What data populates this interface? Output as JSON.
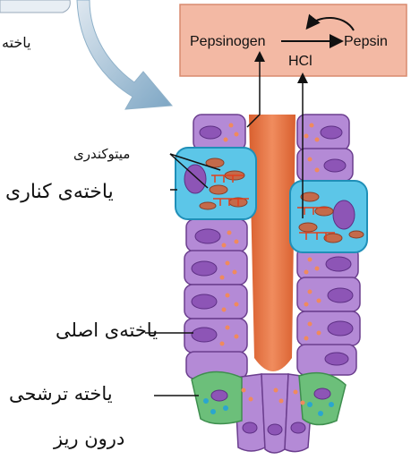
{
  "reaction": {
    "reactant": "Pepsinogen",
    "product": "Pepsin",
    "catalyst": "HCl"
  },
  "labels": {
    "top_fragment": "یاخته",
    "mitochondria": "میتوکندری",
    "parietal_cell": "یاخته‌ی کناری",
    "chief_cell": "یاخته‌ی اصلی",
    "endocrine_line1": "یاخته ترشحی",
    "endocrine_line2": "درون ریز"
  },
  "colors": {
    "box_fill": "#f3b9a4",
    "box_border": "#d88a6e",
    "lumen": "#e67a50",
    "chief_cell": "#b48ad6",
    "parietal_cell": "#5cc6e8",
    "endocrine_cell": "#6cbf7a",
    "granule": "#f08a5d"
  }
}
